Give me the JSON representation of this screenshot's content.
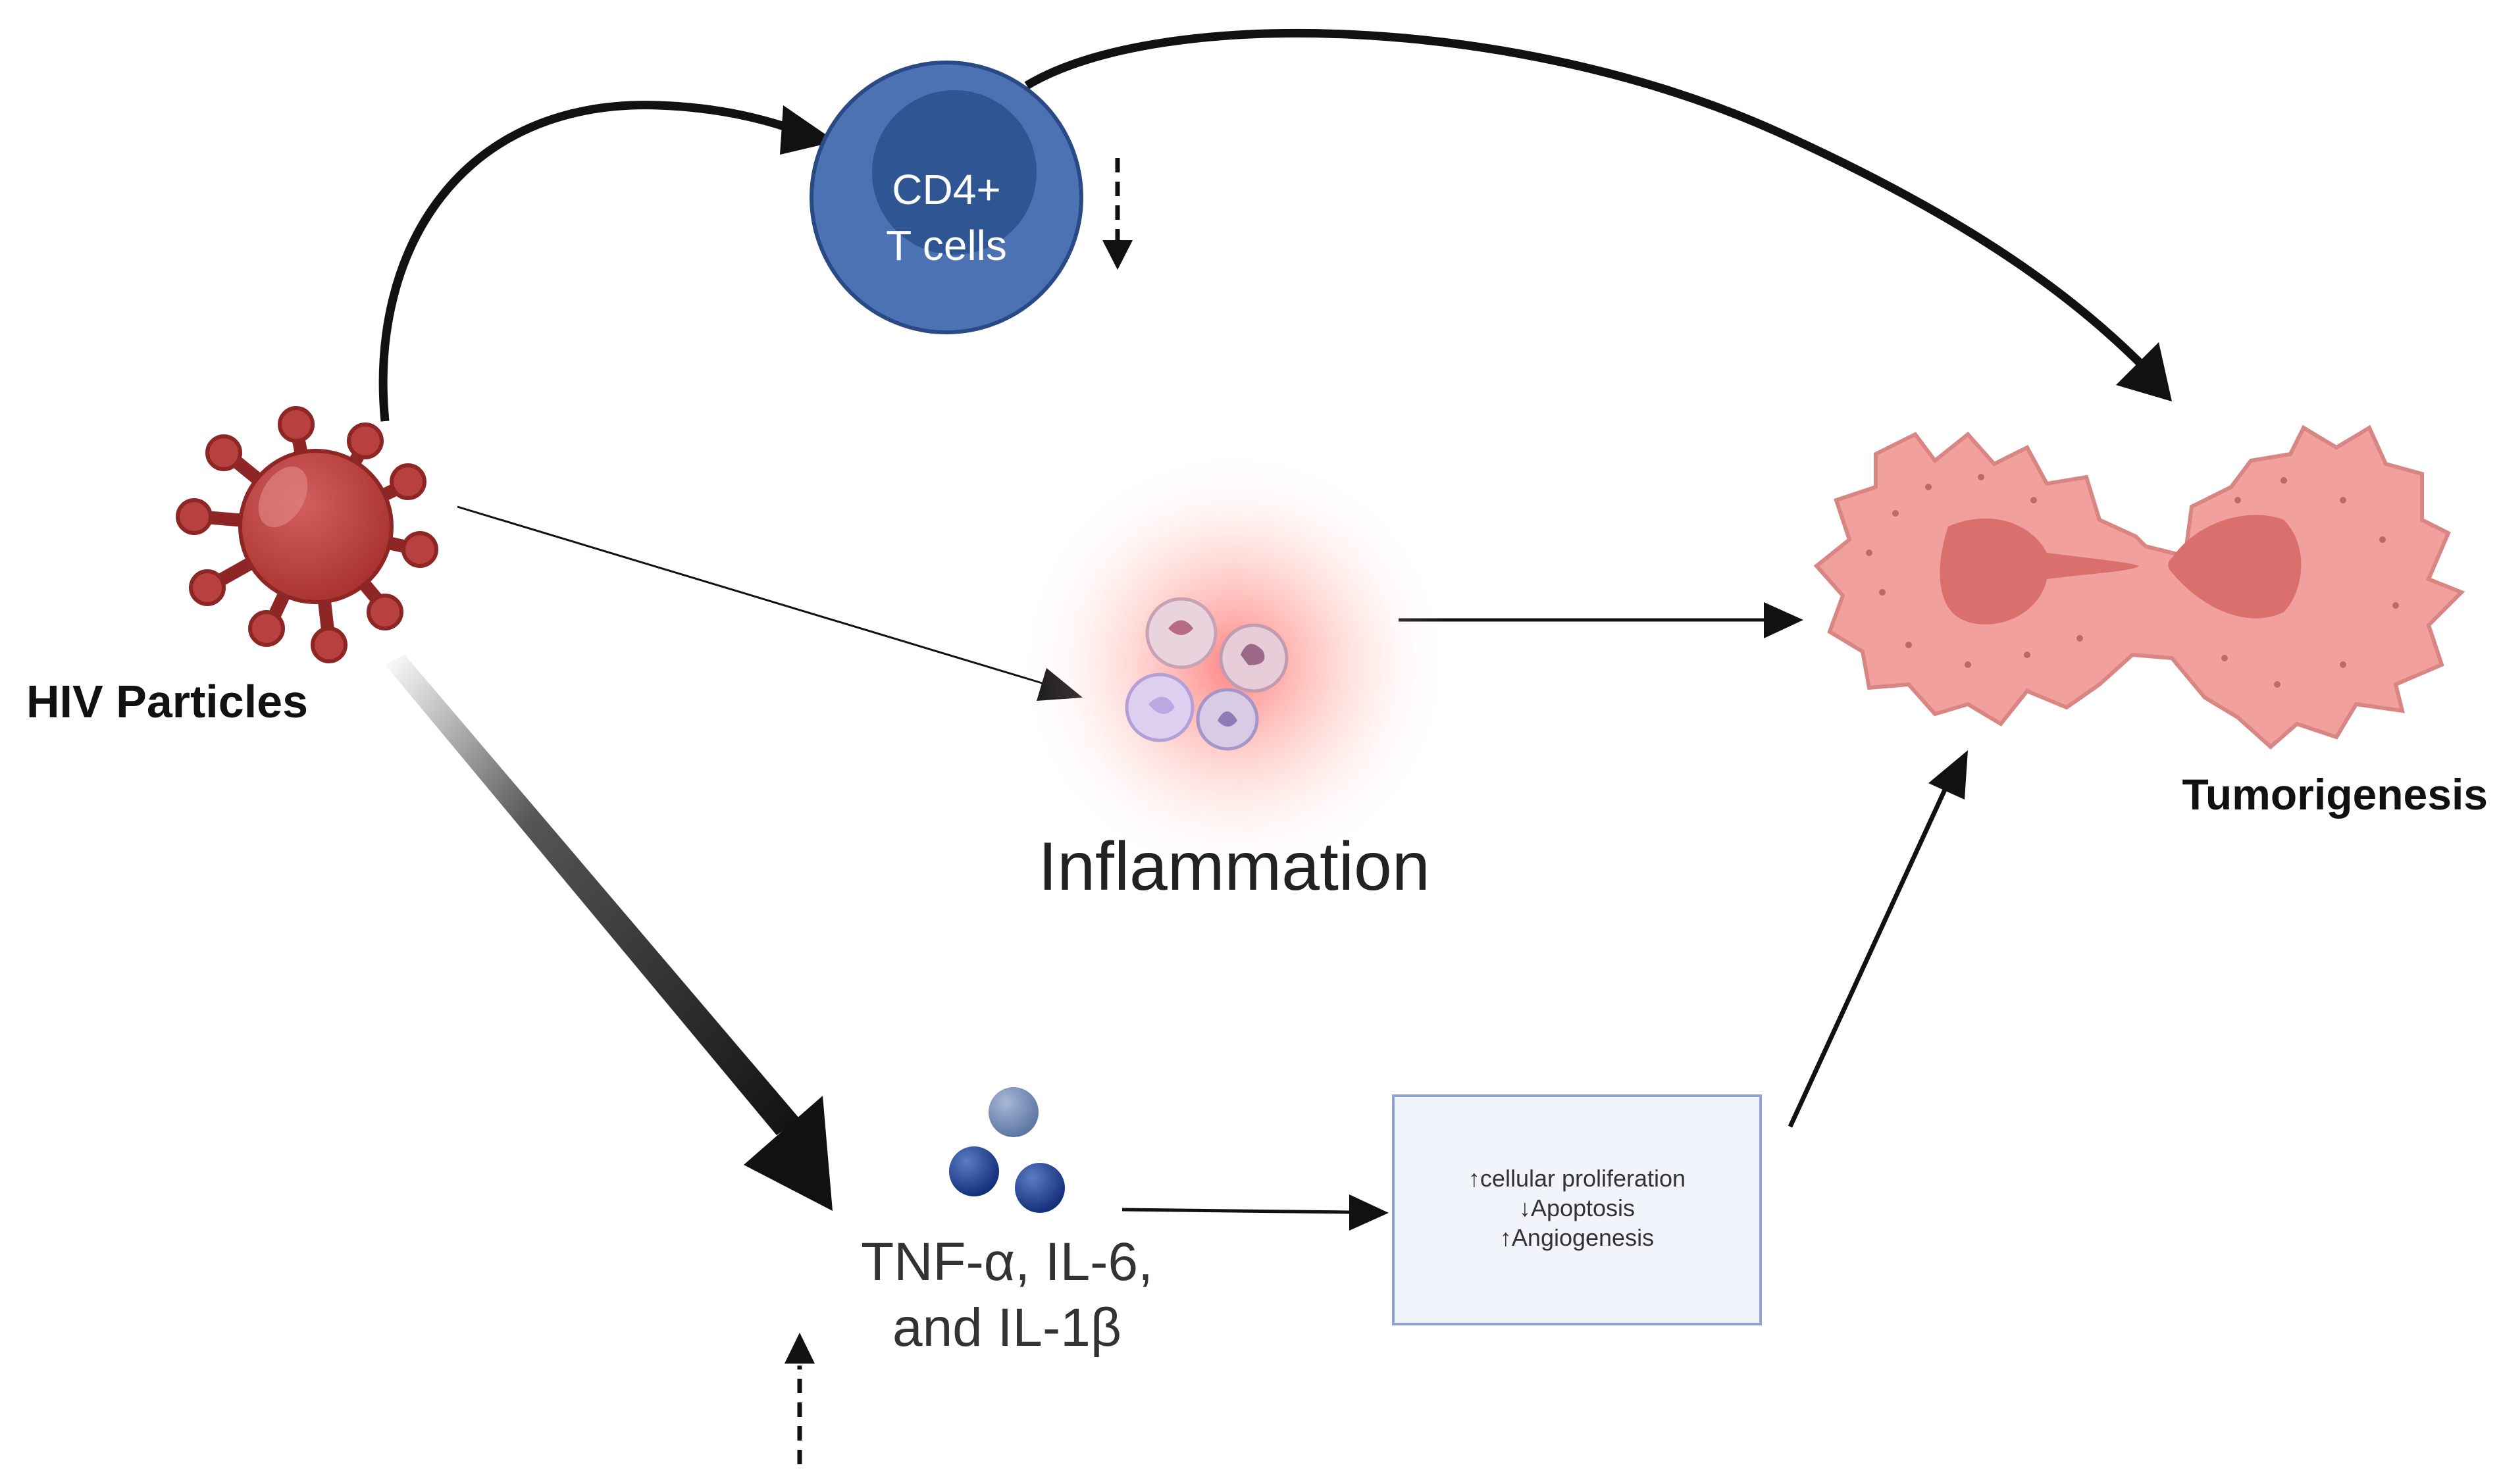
{
  "labels": {
    "hiv": "HIV Particles",
    "cd4_line1": "CD4+",
    "cd4_line2": "T cells",
    "inflammation": "Inflammation",
    "tumorigenesis": "Tumorigenesis",
    "cytokines_line1": "TNF-α, IL-6,",
    "cytokines_line2": "and IL-1β",
    "effects_line1": "↑cellular proliferation",
    "effects_line2": "↓Apoptosis",
    "effects_line3": "↑Angiogenesis"
  },
  "icons": {
    "virus": "hiv-virus-icon",
    "t_cell": "cd4-t-cell-icon",
    "immune_cells": "immune-cells-icon",
    "tumor": "dividing-tumor-cell-icon",
    "cytokines": "cytokine-molecules-icon"
  },
  "colors": {
    "virus": "#b8403f",
    "t_cell_outer": "#4a6fb0",
    "t_cell_inner": "#2f5592",
    "tumor_body": "#f2a09e",
    "tumor_nucleus": "#d9706e",
    "inflammation_glow": "#ff6b6b",
    "cytokine_dark": "#1e3e8a",
    "cytokine_light": "#7b92b8",
    "effects_box_fill": "#f1f4fb",
    "effects_box_border": "#8fa3d6",
    "arrow": "#111111"
  }
}
